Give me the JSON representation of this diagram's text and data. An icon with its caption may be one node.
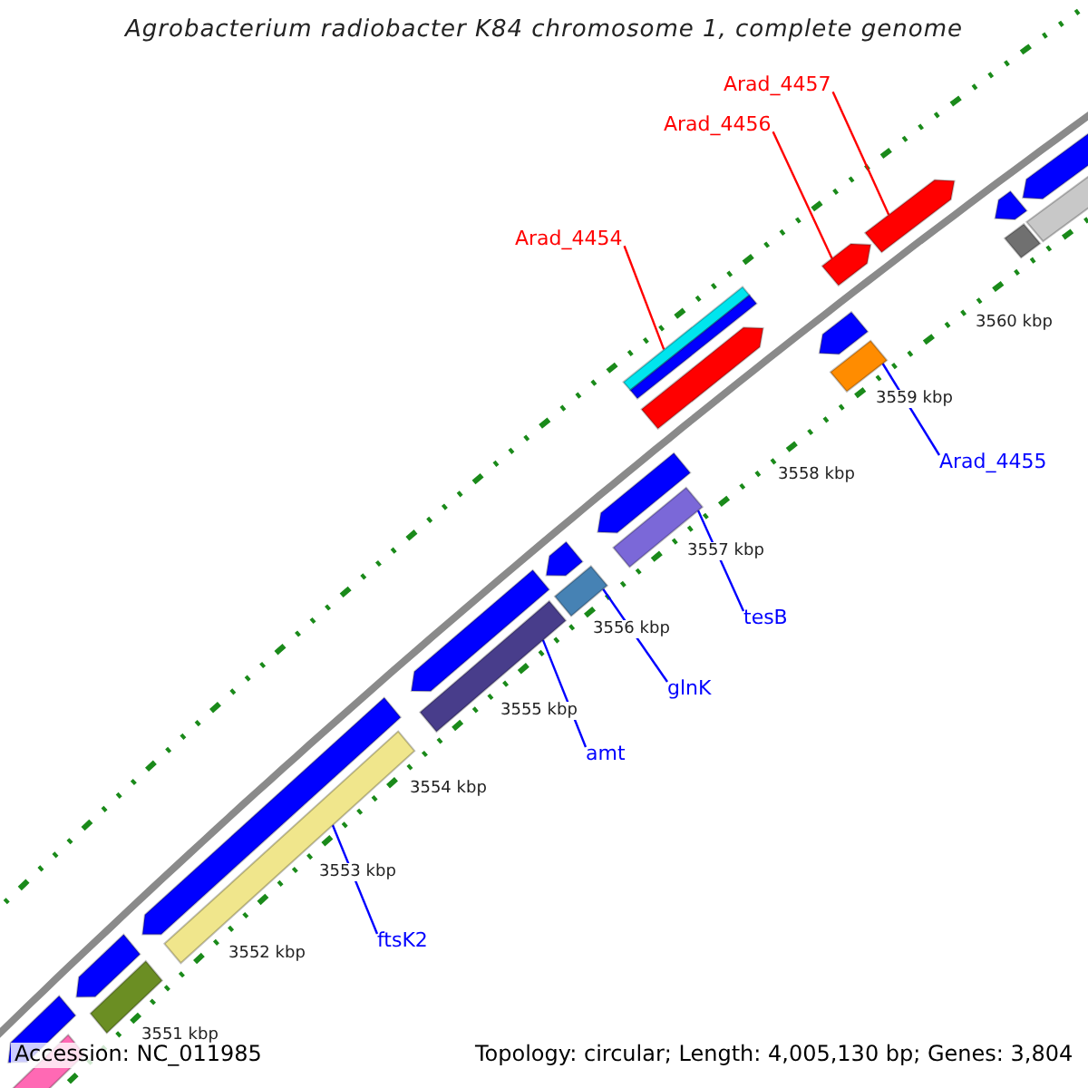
{
  "diagram": {
    "title": "Agrobacterium radiobacter K84 chromosome 1, complete genome",
    "nodes": [
      {
        "text": [
          "Arad_4457"
        ]
      },
      {
        "text": [
          "Arad_4456"
        ]
      },
      {
        "text": [
          "Arad_4454"
        ]
      },
      {
        "text": [
          "Arad_4455"
        ]
      },
      {
        "text": [
          "tesB"
        ]
      },
      {
        "text": [
          "glnK"
        ]
      },
      {
        "text": [
          "amt"
        ]
      },
      {
        "text": [
          "ftsK2"
        ]
      },
      {
        "text": [],
        "shape": "bar"
      },
      {
        "text": [],
        "shape": "bar"
      },
      {
        "text": [],
        "shape": "bar"
      },
      {
        "text": [],
        "shape": "bar"
      },
      {
        "text": [],
        "shape": "bar"
      },
      {
        "text": [],
        "shape": "bar"
      },
      {
        "text": [],
        "shape": "bar"
      },
      {
        "text": [],
        "shape": "bar"
      },
      {
        "text": [],
        "shape": "bar"
      },
      {
        "text": [],
        "shape": "bar"
      },
      {
        "text": [],
        "shape": "bar"
      },
      {
        "text": [],
        "shape": "bar"
      },
      {
        "text": [],
        "shape": "bar"
      },
      {
        "text": [],
        "shape": "bar"
      },
      {
        "text": [],
        "shape": "bar"
      },
      {
        "text": [],
        "shape": "bar"
      },
      {
        "text": [],
        "shape": "bar"
      },
      {
        "text": [],
        "shape": "bar"
      },
      {
        "text": [],
        "shape": "bar"
      },
      {
        "text": [],
        "shape": "bar"
      },
      {
        "text": [],
        "shape": "bar"
      },
      {
        "text": [],
        "shape": "bar"
      },
      {
        "text": [],
        "shape": "bar"
      }
    ],
    "edges": [
      {
        "from": 0,
        "to": 8,
        "arrow": "none",
        "color": "#ff0000"
      },
      {
        "from": 1,
        "to": 9,
        "arrow": "none",
        "color": "#ff0000"
      },
      {
        "from": 2,
        "to": 10,
        "arrow": "none",
        "color": "#ff0000"
      },
      {
        "from": 3,
        "to": 11,
        "arrow": "none"
      },
      {
        "from": 4,
        "to": 12,
        "arrow": "none"
      },
      {
        "from": 5,
        "to": 13,
        "arrow": "none"
      },
      {
        "from": 6,
        "to": 14,
        "arrow": "none"
      },
      {
        "from": 7,
        "to": 15,
        "arrow": "none"
      }
    ],
    "labels": [
      "3560 kbp",
      "3559 kbp",
      "3558 kbp",
      "3557 kbp",
      "3556 kbp",
      "3555 kbp",
      "3554 kbp",
      "3553 kbp",
      "3552 kbp",
      "3551 kbp",
      "Accession: NC_011985",
      "Topology: circular; Length: 4,005,130 bp; Genes: 3,804"
    ]
  }
}
